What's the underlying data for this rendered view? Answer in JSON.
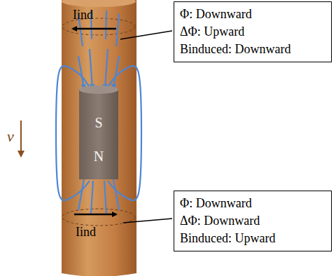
{
  "diagram": {
    "nodes": [
      {
        "text": [
          "Φ: Downward",
          "ΔΦ: Upward",
          "Binduced: Downward"
        ]
      },
      {
        "text": [
          "Φ: Downward",
          "ΔΦ: Downward",
          "Binduced: Upward"
        ]
      }
    ],
    "labels": [
      "Iind",
      "S",
      "N",
      "v",
      "Iind"
    ]
  }
}
